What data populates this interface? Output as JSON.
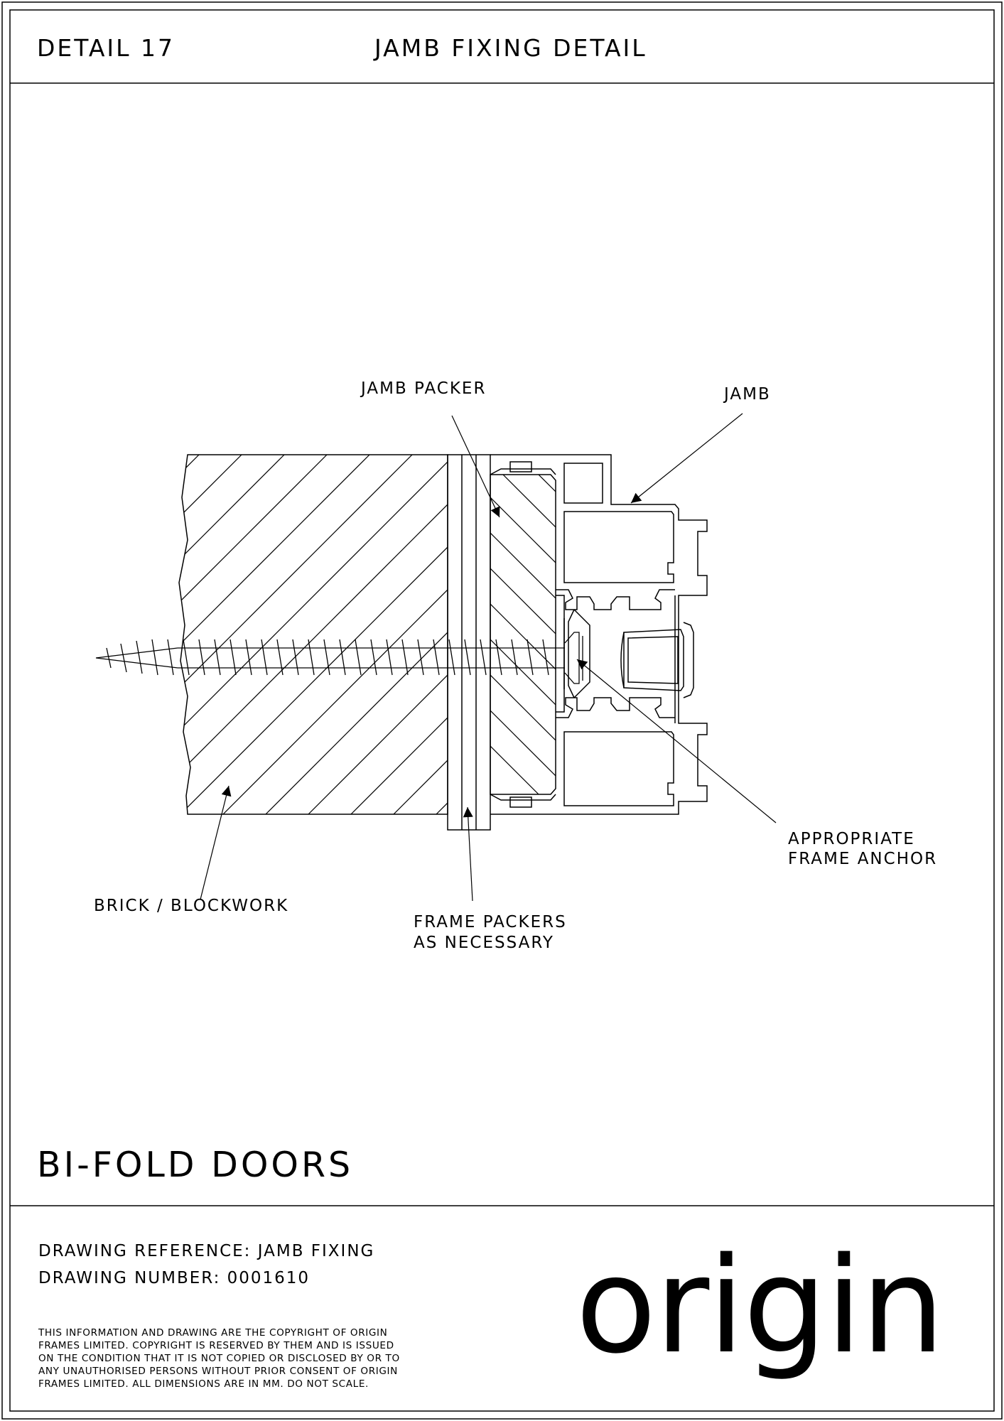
{
  "header": {
    "detail": "DETAIL 17",
    "title": "JAMB FIXING DETAIL"
  },
  "labels": {
    "jamb_packer": "JAMB PACKER",
    "jamb": "JAMB",
    "anchor_line1": "APPROPRIATE",
    "anchor_line2": "FRAME ANCHOR",
    "brick": "BRICK / BLOCKWORK",
    "packers_line1": "FRAME PACKERS",
    "packers_line2": "AS NECESSARY"
  },
  "product": "BI-FOLD DOORS",
  "footer": {
    "reference": "DRAWING REFERENCE: JAMB FIXING",
    "number": "DRAWING NUMBER: 0001610",
    "copyright": [
      "THIS INFORMATION AND DRAWING ARE THE COPYRIGHT OF ORIGIN",
      "FRAMES LIMITED. COPYRIGHT IS RESERVED BY THEM AND IS ISSUED",
      "ON THE CONDITION THAT IT IS NOT COPIED OR DISCLOSED BY OR TO",
      "ANY UNAUTHORISED PERSONS WITHOUT PRIOR CONSENT OF ORIGIN",
      "FRAMES LIMITED. ALL DIMENSIONS ARE IN MM. DO NOT SCALE."
    ],
    "logo": "origin"
  }
}
